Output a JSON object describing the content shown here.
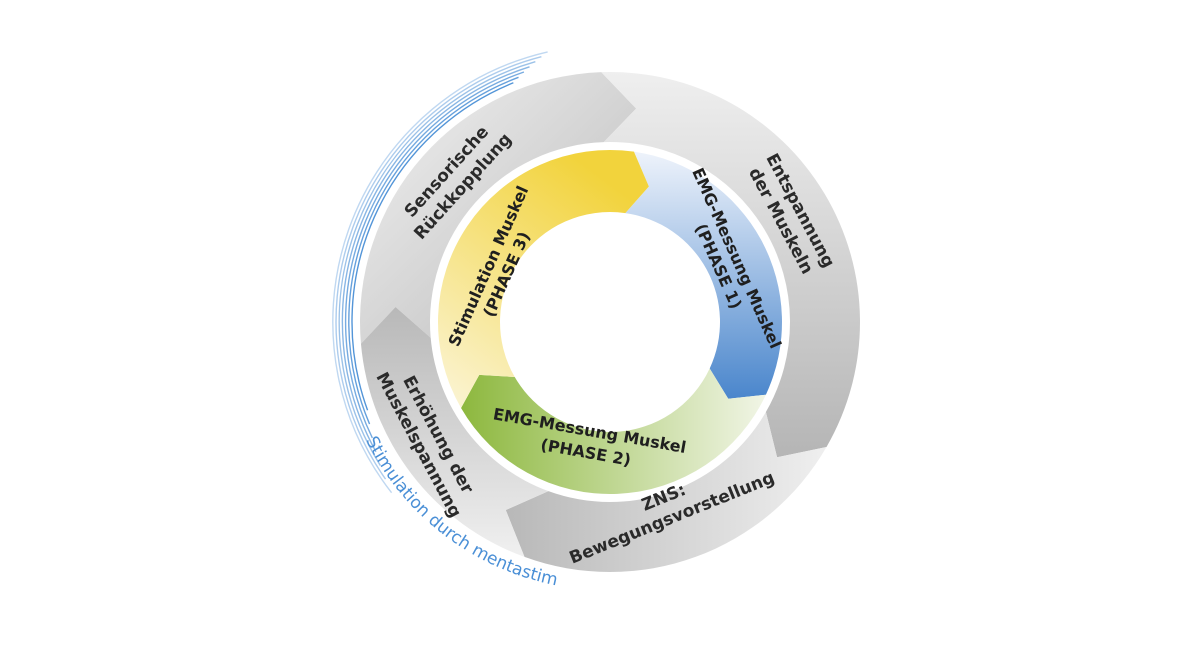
{
  "outer_cycle": [
    {
      "line1": "Sensorische",
      "line2": "Rückkopplung"
    },
    {
      "line1": "Entspannung",
      "line2": "der Muskeln"
    },
    {
      "line1": "ZNS:",
      "line2": "Bewegungsvorstellung"
    },
    {
      "line1": "Erhöhung der",
      "line2": "Muskelspannung"
    }
  ],
  "inner_cycle": [
    {
      "line1": "EMG-Messung Muskel",
      "line2": "(PHASE 1)",
      "color": "#4a86cc"
    },
    {
      "line1": "EMG-Messung Muskel",
      "line2": "(PHASE 2)",
      "color": "#8db83e"
    },
    {
      "line1": "Stimulation Muskel",
      "line2": "(PHASE 3)",
      "color": "#f2d33c"
    }
  ],
  "stimulation_label": "Stimulation durch mentastim",
  "colors": {
    "gray": "#c8c8c8",
    "accent_blue": "#4a8fd6"
  }
}
